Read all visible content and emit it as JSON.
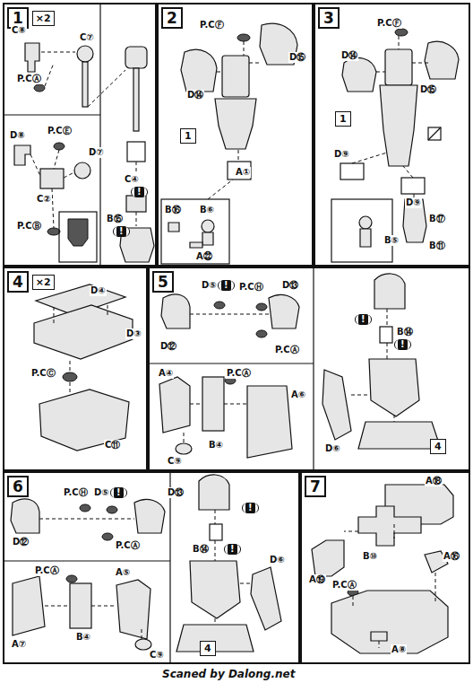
{
  "diagram": {
    "nodes": [
      {
        "text": [
          "1",
          "×2"
        ]
      },
      {
        "text": [
          "2"
        ]
      },
      {
        "text": [
          "1"
        ],
        "in": 1
      },
      {
        "text": [
          "3"
        ]
      },
      {
        "text": [
          "1"
        ],
        "in": 3
      },
      {
        "text": [
          "4",
          "×2"
        ]
      },
      {
        "text": [
          "5"
        ]
      },
      {
        "text": [
          "4"
        ],
        "in": 6
      },
      {
        "text": [
          "6"
        ]
      },
      {
        "text": [
          "4"
        ],
        "in": 8
      },
      {
        "text": [
          "7"
        ]
      }
    ],
    "labels": [
      "C⑧",
      "C⑦",
      "P.CⒶ",
      "C④",
      "!",
      "B⑮",
      "!",
      "D⑧",
      "P.CⒺ",
      "D⑦",
      "C②",
      "P.CⒷ",
      "P.CⒻ",
      "D⑮",
      "D⑭",
      "A①",
      "B⑯",
      "B⑥",
      "A㉒",
      "P.CⒻ",
      "D⑭",
      "D⑮",
      "D⑨",
      "D⑨",
      "B⑰",
      "B⑤",
      "B⑪",
      "D④",
      "D③",
      "P.CⒸ",
      "C⑪",
      "D⑤",
      "!",
      "P.CⒽ",
      "D⑬",
      "D⑫",
      "P.CⒶ",
      "A④",
      "P.CⒶ",
      "B④",
      "A⑥",
      "C⑨",
      "!",
      "B⑭",
      "!",
      "D⑥",
      "P.CⒽ",
      "D⑤",
      "!",
      "D⑬",
      "D⑫",
      "P.CⒶ",
      "P.CⒶ",
      "A⑤",
      "A⑦",
      "B④",
      "C⑨",
      "!",
      "B⑭",
      "!",
      "D⑥",
      "A⑱",
      "B⑩",
      "A⑲",
      "P.CⒶ",
      "A⑯",
      "A⑧",
      "Scaned by Dalong.net"
    ]
  }
}
